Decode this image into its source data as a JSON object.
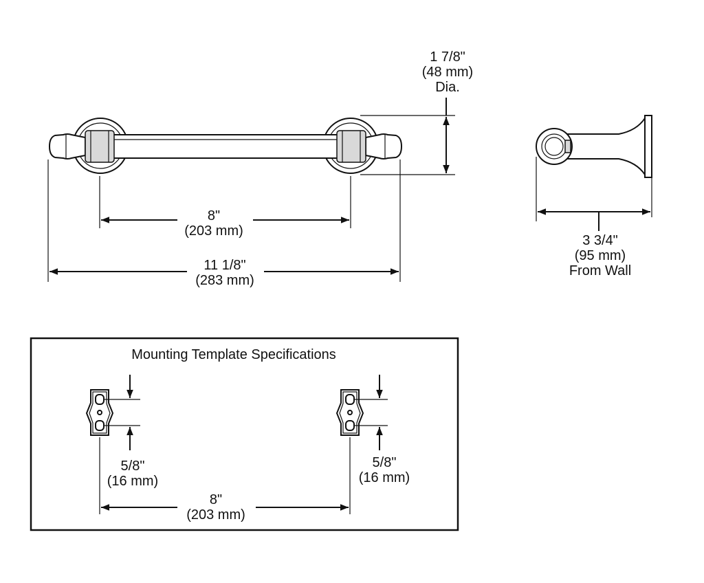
{
  "dimensions": {
    "diameter": {
      "line1": "1 7/8\"",
      "line2": "(48 mm)",
      "line3": "Dia."
    },
    "post_spacing": {
      "line1": "8\"",
      "line2": "(203 mm)"
    },
    "overall_length": {
      "line1": "11 1/8\"",
      "line2": "(283 mm)"
    },
    "projection": {
      "line1": "3 3/4\"",
      "line2": "(95 mm)",
      "line3": "From Wall"
    }
  },
  "template": {
    "title": "Mounting Template Specifications",
    "left_slot": {
      "line1": "5/8\"",
      "line2": "(16 mm)"
    },
    "right_slot": {
      "line1": "5/8\"",
      "line2": "(16 mm)"
    },
    "spacing": {
      "line1": "8\"",
      "line2": "(203 mm)"
    }
  }
}
